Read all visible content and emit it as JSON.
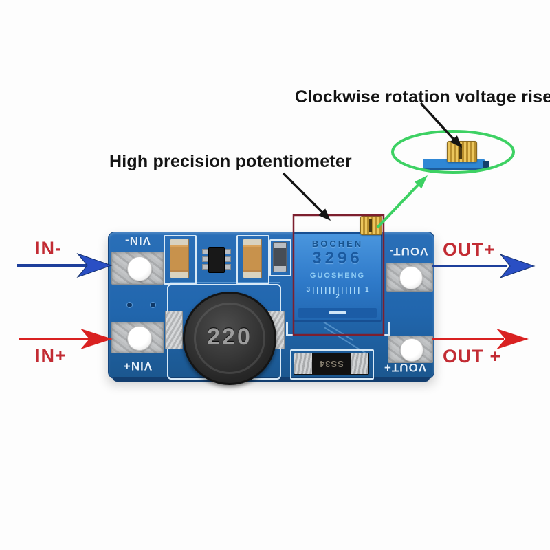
{
  "annotations": {
    "clockwise_note": "Clockwise rotation voltage rise",
    "potentiometer_note": "High precision potentiometer",
    "in_minus": "IN-",
    "in_plus": "IN+",
    "out_plus_top": "OUT+",
    "out_plus_bottom": "OUT +"
  },
  "board": {
    "pads": {
      "vin_minus": "VIN-",
      "vin_plus": "VIN+",
      "vout_minus": "VOUT-",
      "vout_plus": "VOUT+"
    },
    "inductor": {
      "value": "220"
    },
    "diode": {
      "marking": "SS34"
    },
    "trimpot": {
      "brand": "BOCHEN",
      "model": "3296",
      "maker": "GUOSHENG",
      "scale_left": "3",
      "scale_right": "1",
      "scale_bottom": "2"
    }
  },
  "icons": [
    {
      "name": "in-minus-arrow",
      "shape": "right-arrow",
      "color": "#2a4fc4"
    },
    {
      "name": "in-plus-arrow",
      "shape": "right-arrow",
      "color": "#d92121"
    },
    {
      "name": "out-plus-top-arrow",
      "shape": "right-arrow",
      "color": "#2a4fc4"
    },
    {
      "name": "out-plus-bottom-arrow",
      "shape": "right-arrow",
      "color": "#d92121"
    },
    {
      "name": "clockwise-pointer-arrow",
      "shape": "diagonal-arrow",
      "color": "#141414"
    },
    {
      "name": "potentiometer-pointer-arrow",
      "shape": "diagonal-arrow",
      "color": "#141414"
    },
    {
      "name": "zoom-callout-arrow",
      "shape": "diagonal-arrow",
      "color": "#3dd163"
    },
    {
      "name": "zoom-callout-ellipse",
      "shape": "ellipse",
      "color": "#3dd163"
    },
    {
      "name": "trimpot-highlight-box",
      "shape": "rectangle",
      "color": "#7d1f2e"
    }
  ],
  "colors": {
    "pcb_blue": "#2166ad",
    "annotation_text": "#141414",
    "io_label_red": "#c22b33",
    "arrow_blue": "#2a4fc4",
    "arrow_red": "#d92121",
    "highlight_green": "#3dd163",
    "highlight_maroon": "#7d1f2e",
    "silkscreen": "#d8e9f6",
    "brass": "#caa23c"
  }
}
